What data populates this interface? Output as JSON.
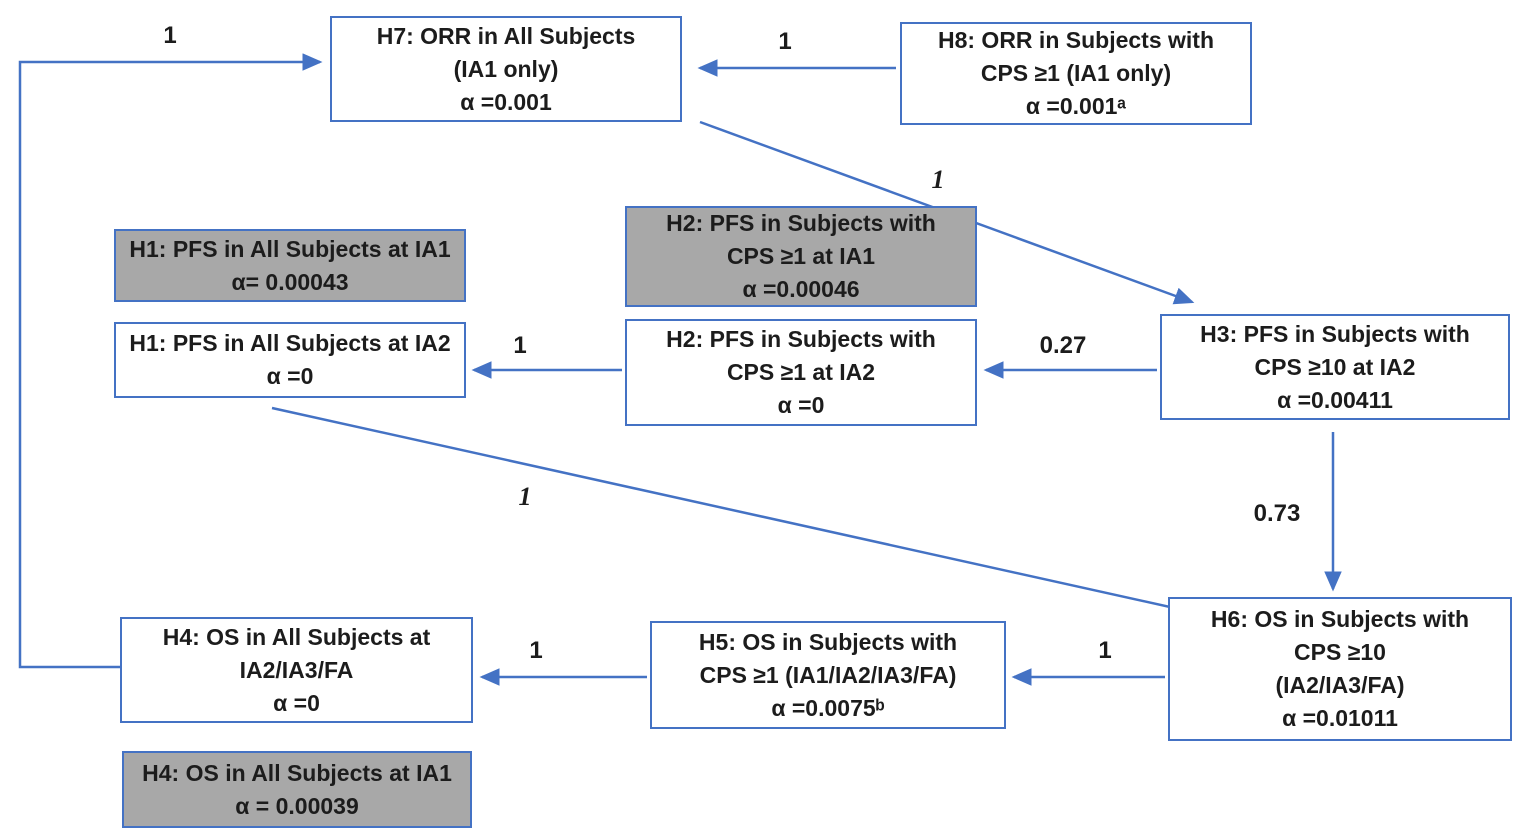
{
  "diagram": {
    "type": "flowchart",
    "description": "Multiplicity graph of hypothesis testing with alpha allocation and reallocation weights",
    "colors": {
      "box_border": "#4472C4",
      "arrow": "#4472C4",
      "shaded_fill": "#A8A8A8",
      "plain_fill": "#FFFFFF",
      "text": "#1C1C1C",
      "background": "#FFFFFF"
    },
    "boxes": [
      {
        "id": "H7",
        "shaded": false,
        "lines": [
          "H7: ORR in All Subjects",
          "(IA1 only)",
          "α =0.001"
        ]
      },
      {
        "id": "H8",
        "shaded": false,
        "lines": [
          "H8: ORR in Subjects with",
          "CPS ≥1 (IA1 only)",
          "α =0.001ᵃ"
        ]
      },
      {
        "id": "H1-IA1",
        "shaded": true,
        "lines": [
          "H1: PFS in All Subjects at IA1",
          "α= 0.00043"
        ]
      },
      {
        "id": "H2-IA1",
        "shaded": true,
        "lines": [
          "H2: PFS in Subjects with",
          "CPS ≥1 at IA1",
          "α =0.00046"
        ]
      },
      {
        "id": "H1-IA2",
        "shaded": false,
        "lines": [
          "H1: PFS in All Subjects at IA2",
          "α =0"
        ]
      },
      {
        "id": "H2-IA2",
        "shaded": false,
        "lines": [
          "H2: PFS in Subjects with",
          "CPS ≥1 at IA2",
          "α =0"
        ]
      },
      {
        "id": "H3",
        "shaded": false,
        "lines": [
          "H3: PFS in Subjects with",
          "CPS ≥10 at IA2",
          "α =0.00411"
        ]
      },
      {
        "id": "H6",
        "shaded": false,
        "lines": [
          "H6: OS in Subjects with",
          "CPS ≥10",
          "(IA2/IA3/FA)",
          "α =0.01011"
        ]
      },
      {
        "id": "H5",
        "shaded": false,
        "lines": [
          "H5: OS in Subjects with",
          "CPS ≥1 (IA1/IA2/IA3/FA)",
          "α =0.0075ᵇ"
        ]
      },
      {
        "id": "H4-IA2",
        "shaded": false,
        "lines": [
          "H4: OS in All Subjects at",
          "IA2/IA3/FA",
          "α =0"
        ]
      },
      {
        "id": "H4-IA1",
        "shaded": true,
        "lines": [
          "H4: OS in All Subjects at IA1",
          "α = 0.00039"
        ]
      }
    ],
    "edges": [
      {
        "from": "H4-IA2",
        "to": "H7",
        "label": "1"
      },
      {
        "from": "H8",
        "to": "H7",
        "label": "1"
      },
      {
        "from": "H7",
        "to": "H3",
        "label": "1"
      },
      {
        "from": "H2-IA2",
        "to": "H1-IA2",
        "label": "1"
      },
      {
        "from": "H3",
        "to": "H2-IA2",
        "label": "0.27"
      },
      {
        "from": "H3",
        "to": "H6",
        "label": "0.73"
      },
      {
        "from": "H1-IA2",
        "to": "H6",
        "label": "1"
      },
      {
        "from": "H6",
        "to": "H5",
        "label": "1"
      },
      {
        "from": "H5",
        "to": "H4-IA2",
        "label": "1"
      }
    ]
  }
}
